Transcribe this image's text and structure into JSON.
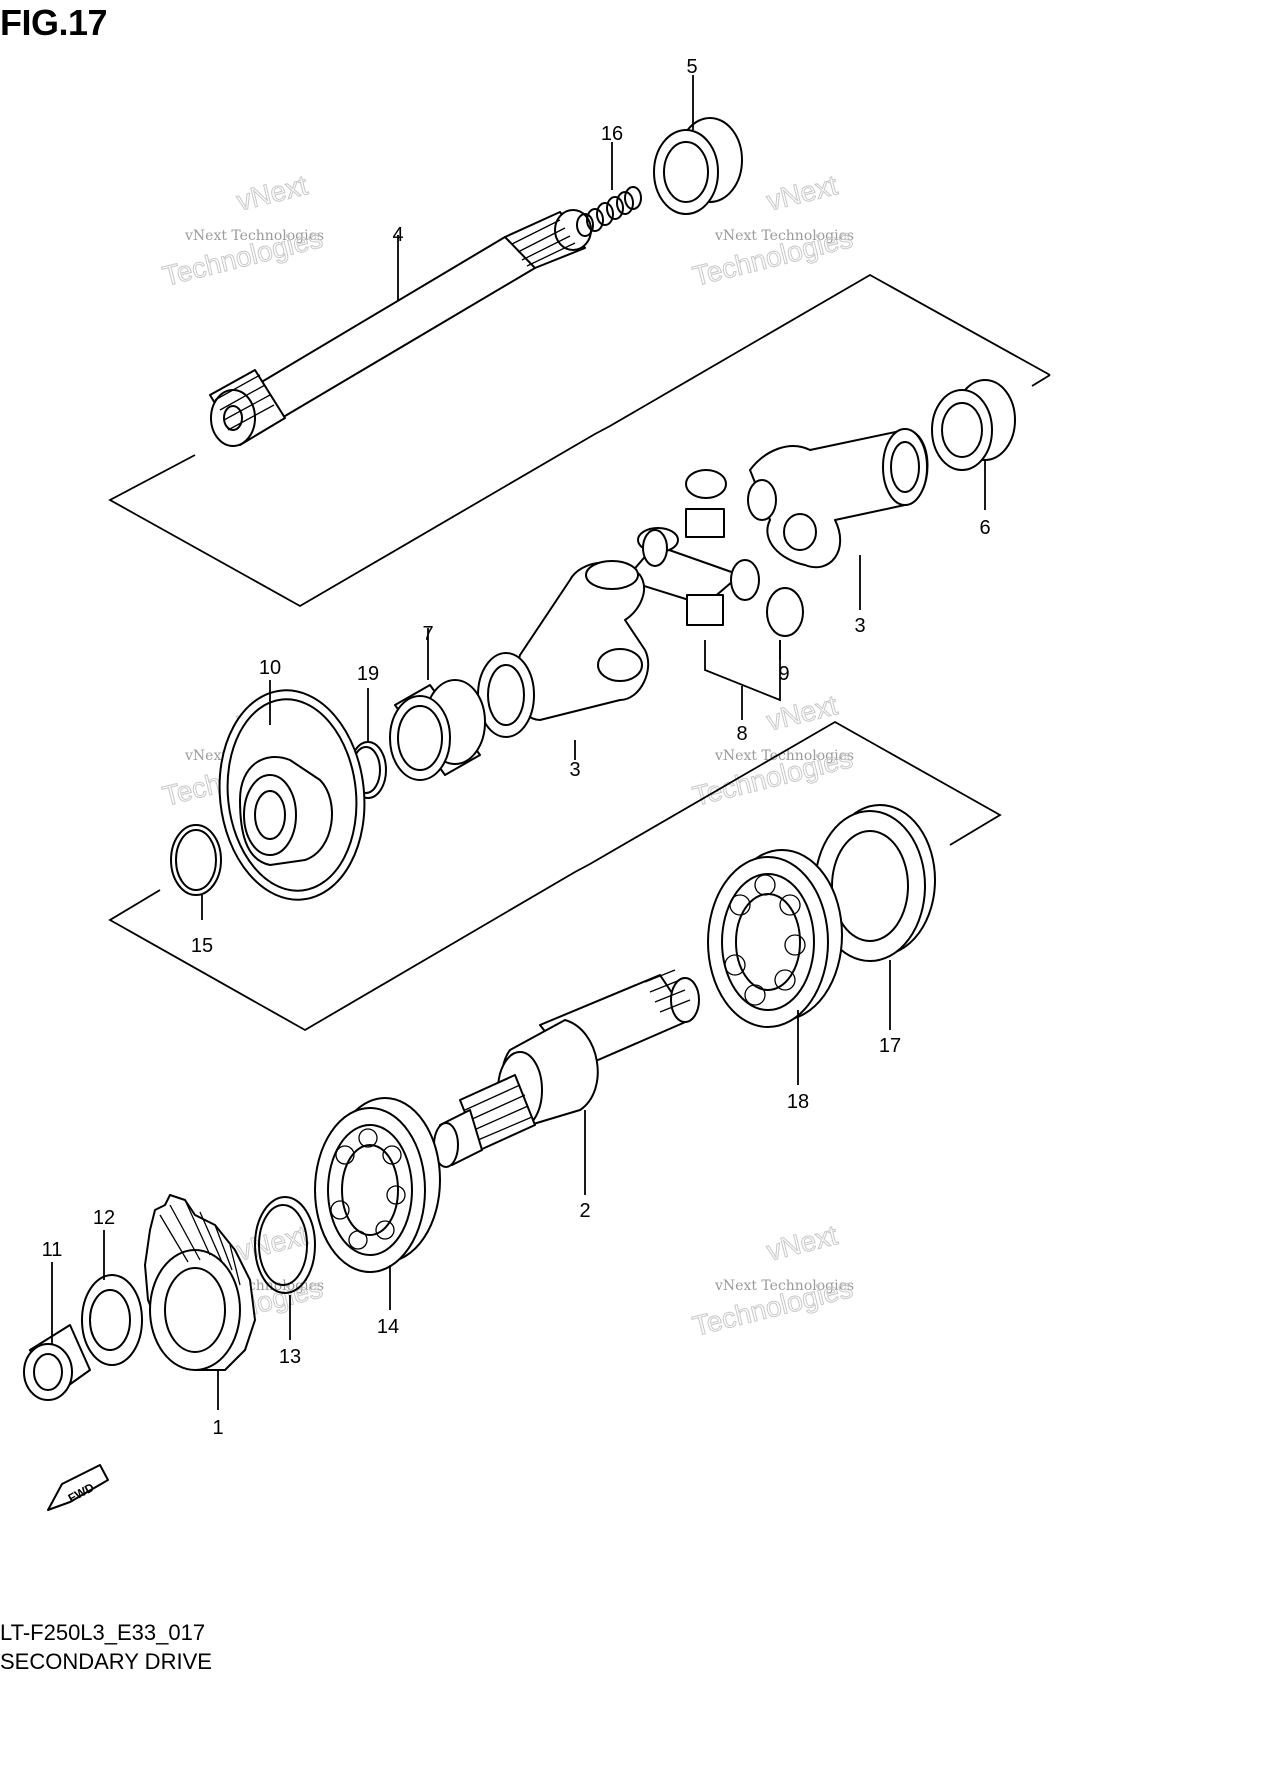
{
  "figure": {
    "title": "FIG.17"
  },
  "footer": {
    "code": "LT-F250L3_E33_017",
    "name": "SECONDARY DRIVE"
  },
  "fwd_badge": "FWD",
  "watermark": {
    "line1": "vNext Technologies",
    "line2": "vNext",
    "line3": "Technologies"
  },
  "callouts": [
    {
      "id": "1",
      "label": "1"
    },
    {
      "id": "2",
      "label": "2"
    },
    {
      "id": "3a",
      "label": "3"
    },
    {
      "id": "3b",
      "label": "3"
    },
    {
      "id": "4",
      "label": "4"
    },
    {
      "id": "5",
      "label": "5"
    },
    {
      "id": "6",
      "label": "6"
    },
    {
      "id": "7",
      "label": "7"
    },
    {
      "id": "8",
      "label": "8"
    },
    {
      "id": "9",
      "label": "9"
    },
    {
      "id": "10",
      "label": "10"
    },
    {
      "id": "11",
      "label": "11"
    },
    {
      "id": "12",
      "label": "12"
    },
    {
      "id": "13",
      "label": "13"
    },
    {
      "id": "14",
      "label": "14"
    },
    {
      "id": "15",
      "label": "15"
    },
    {
      "id": "16",
      "label": "16"
    },
    {
      "id": "17",
      "label": "17"
    },
    {
      "id": "18",
      "label": "18"
    },
    {
      "id": "19",
      "label": "19"
    }
  ]
}
